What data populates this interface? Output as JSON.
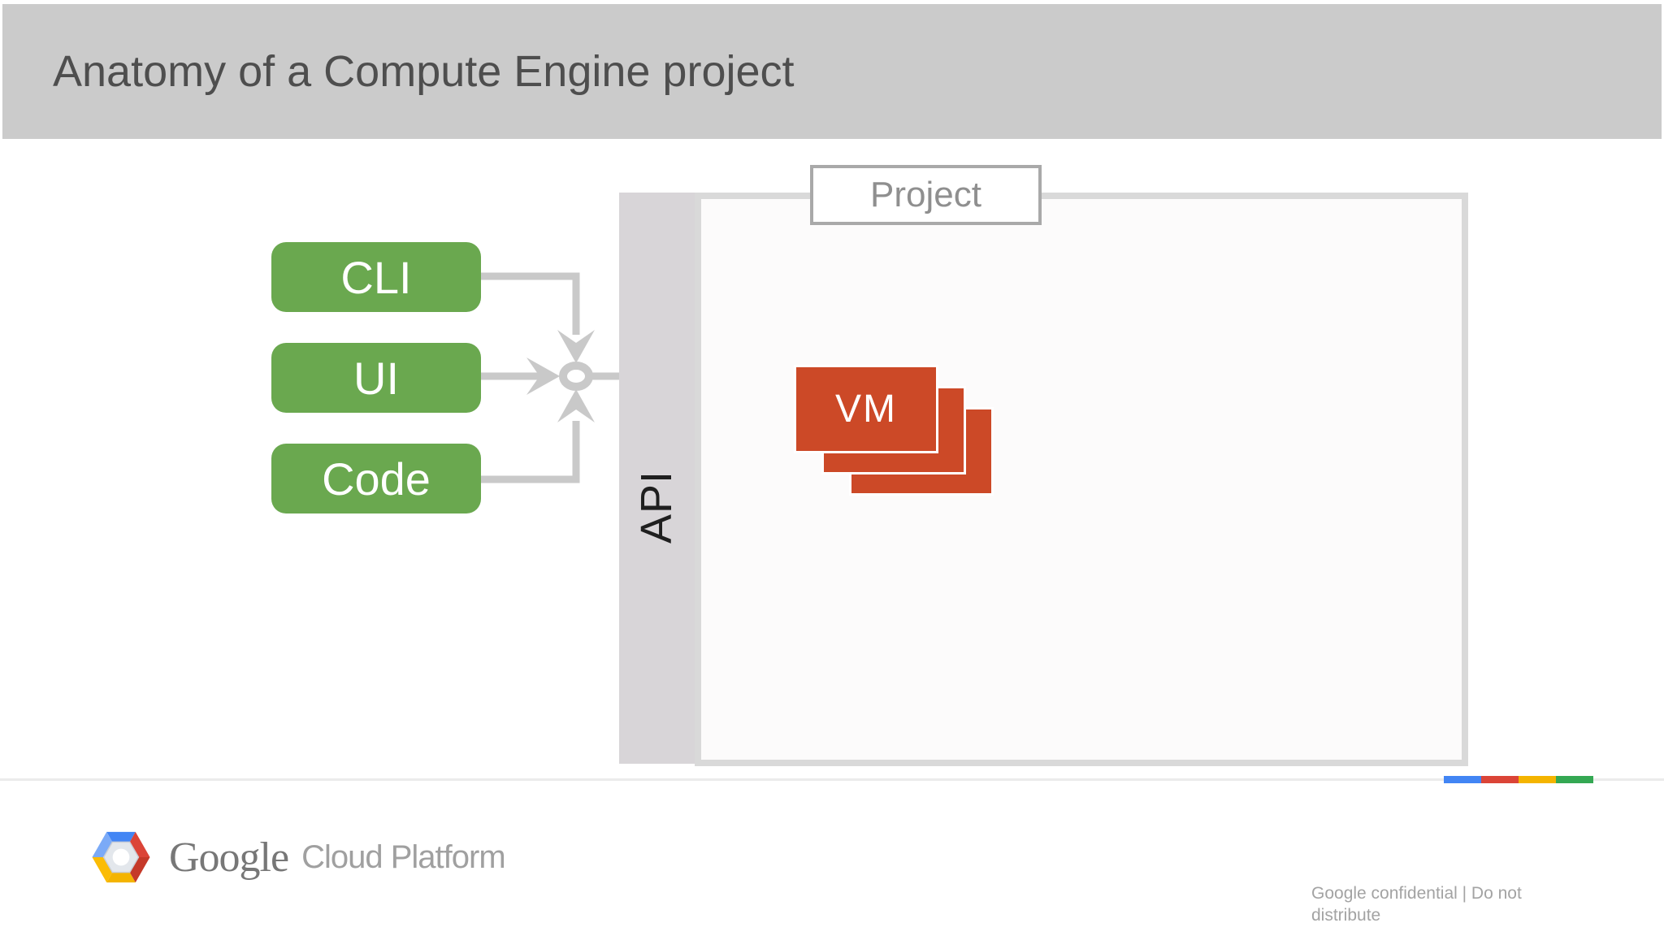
{
  "header": {
    "title": "Anatomy of a Compute Engine project"
  },
  "diagram": {
    "clients": [
      {
        "label": "CLI"
      },
      {
        "label": "UI"
      },
      {
        "label": "Code"
      }
    ],
    "api_bar": {
      "label": "API"
    },
    "project": {
      "label": "Project"
    },
    "vm_stack": {
      "label": "VM",
      "card_count": 3
    }
  },
  "footer": {
    "brand": {
      "logo_icon": "gcp-hexagon-logo",
      "name": "Google",
      "suffix": "Cloud Platform"
    },
    "confidential_note": "Google confidential | Do not distribute"
  },
  "colors": {
    "header-band": "#cbcbcb",
    "title-text": "#4e4e4e",
    "client-green": "#6aa84f",
    "connector": "#c9c9c9",
    "api-bar": "#d8d5d8",
    "api-text": "#1f1f1f",
    "project-border": "#d9d9d9",
    "project-fill": "#fcfbfb",
    "label-border": "#a9a9a9",
    "label-text": "#8f8f8f",
    "vm-red": "#cc4927",
    "divider": "#ebebeb",
    "bar-blue": "#4285f4",
    "bar-red": "#db4437",
    "bar-yellow": "#f4b400",
    "bar-green": "#34a853",
    "brand-google": "#777777",
    "brand-suffix": "#a0a0a0",
    "confidential": "#a3a3a3"
  }
}
